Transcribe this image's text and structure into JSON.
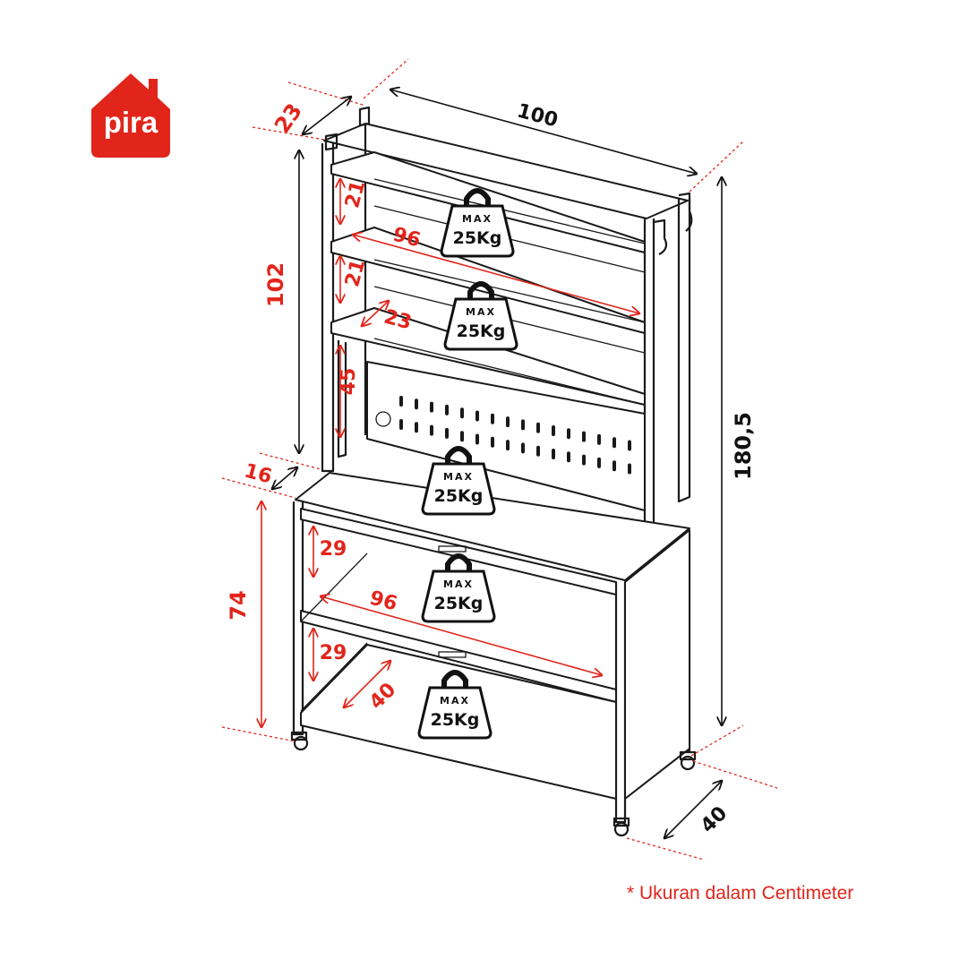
{
  "brand": {
    "name": "pira",
    "color": "#e1251b"
  },
  "note": "* Ukuran dalam Centimeter",
  "colors": {
    "accent_red": "#e1251b",
    "line": "#1a1a1a"
  },
  "weight_badge": {
    "icon": "weight-icon",
    "max_label": "MAX",
    "value_label": "25Kg"
  },
  "dimensions": {
    "top_depth": "23",
    "total_width": "100",
    "total_height": "180,5",
    "upper_height": "102",
    "shelf_gap_1": "21",
    "shelf_gap_2": "21",
    "upper_inner_width": "96",
    "upper_shelf_depth": "23",
    "pegboard_height": "45",
    "counter_offset": "16",
    "lower_height": "74",
    "lower_gap_1": "29",
    "lower_gap_2": "29",
    "lower_inner_width": "96",
    "lower_shelf_depth": "40",
    "base_depth": "40"
  }
}
